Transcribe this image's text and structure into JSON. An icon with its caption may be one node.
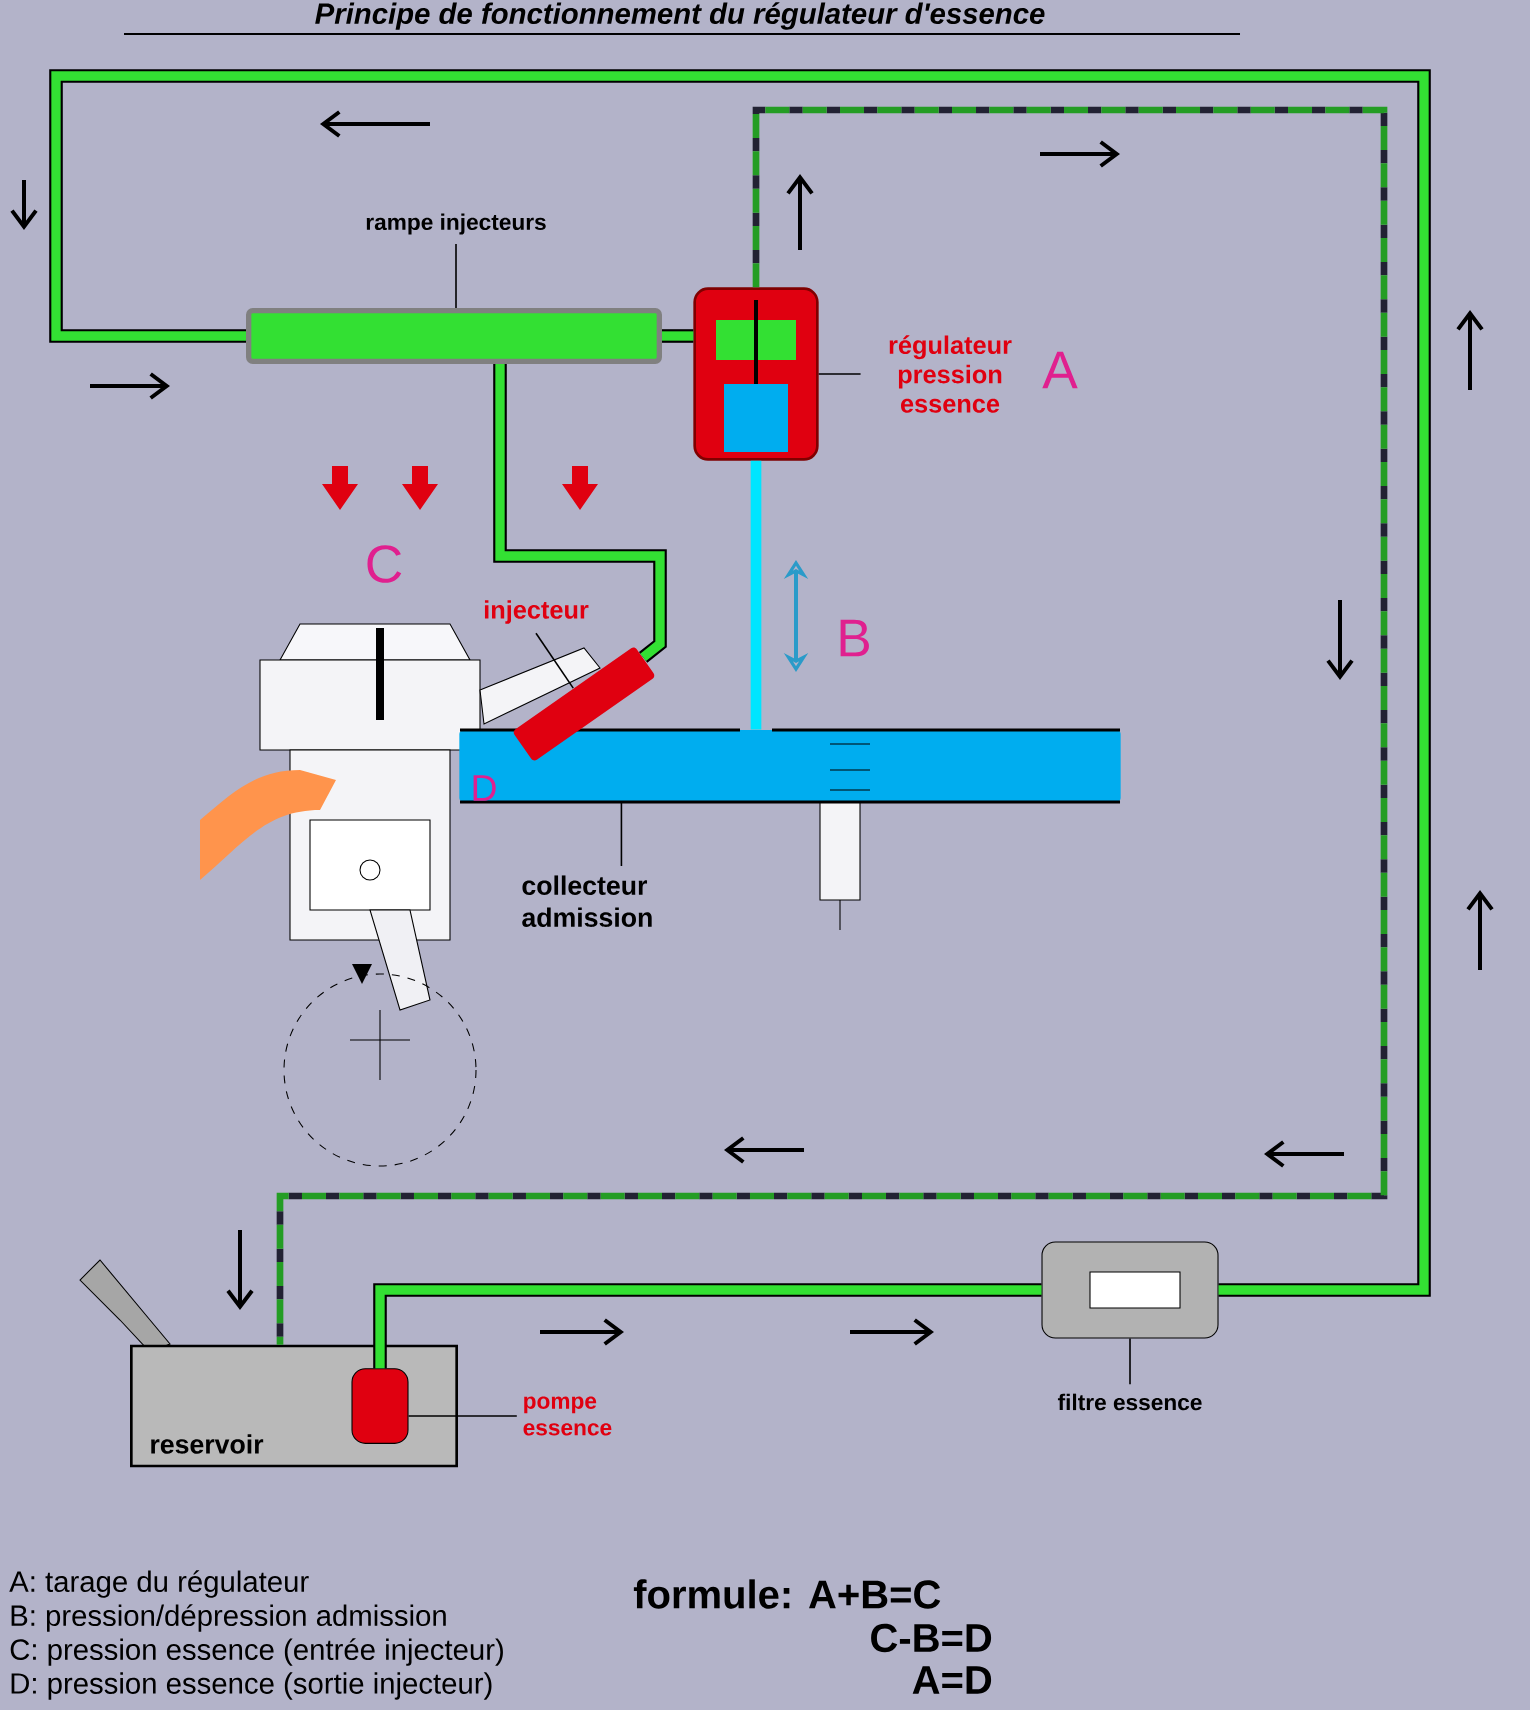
{
  "diagram": {
    "title": "Principe de fonctionnement du régulateur d'essence",
    "nodes": [
      {
        "text": [
          "rampe injecteurs"
        ]
      },
      {
        "text": [],
        "shape": "bar"
      },
      {
        "text": [
          "régulateur pression essence"
        ]
      },
      {
        "text": [],
        "shape": "box"
      },
      {
        "text": [
          "injecteur"
        ]
      },
      {
        "text": [],
        "shape": "bar"
      },
      {
        "text": [
          "collecteur admission"
        ]
      },
      {
        "text": [],
        "shape": "bar"
      },
      {
        "text": [
          "reservoir"
        ]
      },
      {
        "text": [],
        "shape": "box",
        "in": 8
      },
      {
        "text": [
          "pompe essence"
        ]
      },
      {
        "text": [],
        "shape": "box"
      },
      {
        "text": [
          "filtre essence"
        ]
      }
    ],
    "edges": [
      {
        "from": 9,
        "to": 11,
        "arrow": "none",
        "style": "thick"
      },
      {
        "from": 11,
        "to": 1,
        "arrow": "none",
        "style": "thick"
      },
      {
        "from": 1,
        "to": 5,
        "arrow": "none",
        "style": "thick"
      },
      {
        "from": 1,
        "to": 3,
        "arrow": "none",
        "style": "thick"
      },
      {
        "from": 3,
        "to": 8,
        "arrow": "none",
        "style": "dashed"
      },
      {
        "from": 3,
        "to": 7,
        "arrow": "none",
        "style": "thick",
        "color": "#00e5ff"
      },
      {
        "from": 0,
        "to": 1,
        "arrow": "none"
      },
      {
        "from": 2,
        "to": 3,
        "arrow": "none"
      },
      {
        "from": 4,
        "to": 5,
        "arrow": "none"
      },
      {
        "from": 6,
        "to": 7,
        "arrow": "none"
      },
      {
        "from": 10,
        "to": 9,
        "arrow": "none"
      },
      {
        "from": 12,
        "to": 11,
        "arrow": "none"
      }
    ],
    "labels": [
      "A",
      "C",
      "B",
      "D",
      "A: tarage du régulateur",
      "formule: A+B=C",
      "B: pression/dépression admission",
      "C-B=D",
      "C: pression essence (entrée injecteur)",
      "A=D",
      "D: pression essence (sortie injecteur)"
    ]
  }
}
